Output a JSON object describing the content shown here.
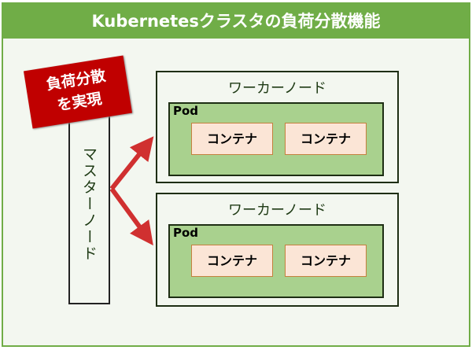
{
  "title": "Kubernetesクラスタの負荷分散機能",
  "badge": {
    "line1": "負荷分散",
    "line2": "を実現"
  },
  "master": "マスターノード",
  "workers": [
    {
      "title": "ワーカーノード",
      "pod": "Pod",
      "containers": [
        "コンテナ",
        "コンテナ"
      ]
    },
    {
      "title": "ワーカーノード",
      "pod": "Pod",
      "containers": [
        "コンテナ",
        "コンテナ"
      ]
    }
  ],
  "colors": {
    "header": "#70ad47",
    "badge": "#c00000",
    "pod": "#a9d18e",
    "container": "#fbe5d6",
    "arrow": "#d03030"
  }
}
